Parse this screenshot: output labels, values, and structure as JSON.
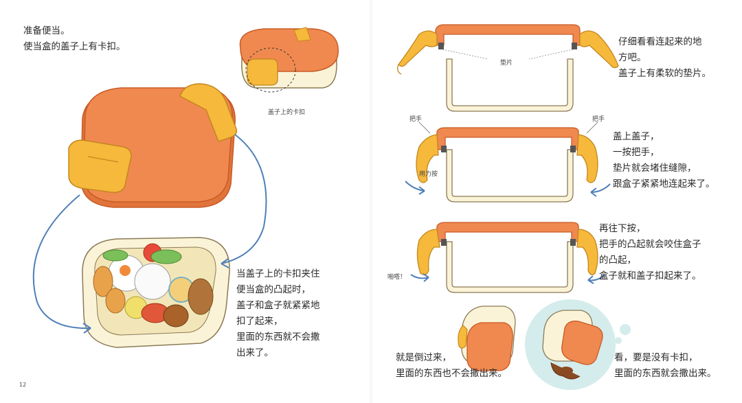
{
  "left_page": {
    "intro": [
      "准备便当。",
      "使当盒的盖子上有卡扣。"
    ],
    "lid_clip_label": "盖子上的卡扣",
    "explain": [
      "当盖子上的卡扣夹住",
      "便当盒的凸起时，",
      "盖子和盒子就紧紧地",
      "扣了起来，",
      "里面的东西就不会撒",
      "出来了。"
    ],
    "page_number": "12"
  },
  "right_page": {
    "step1": [
      "仔细看看连起来的地",
      "方吧。",
      "盖子上有柔软的垫片。"
    ],
    "pad_label": "垫片",
    "handle_left": "把手",
    "handle_right": "把手",
    "press_label": "用力按",
    "step2": [
      "盖上盖子，",
      "一按把手，",
      "垫片就会堵住缝隙，",
      "跟盒子紧紧地连起来了。"
    ],
    "step3": [
      "再往下按，",
      "把手的凸起就会咬住盒子",
      "的凸起，",
      "盒子就和盖子扣起来了。"
    ],
    "click_label": "啪嗒！",
    "upside_down": [
      "就是倒过来，",
      "里面的东西也不会撒出来。"
    ],
    "no_clip": [
      "看，要是没有卡扣，",
      "里面的东西就会撒出来。"
    ]
  },
  "colors": {
    "lid_orange": "#f0894f",
    "lid_edge": "#c85a25",
    "clip_yellow": "#f6b93b",
    "box_cream": "#fbf3d8",
    "box_edge": "#8a7a55",
    "arrow_blue": "#4f7fb8",
    "bubble_cyan": "#d4ecec"
  }
}
